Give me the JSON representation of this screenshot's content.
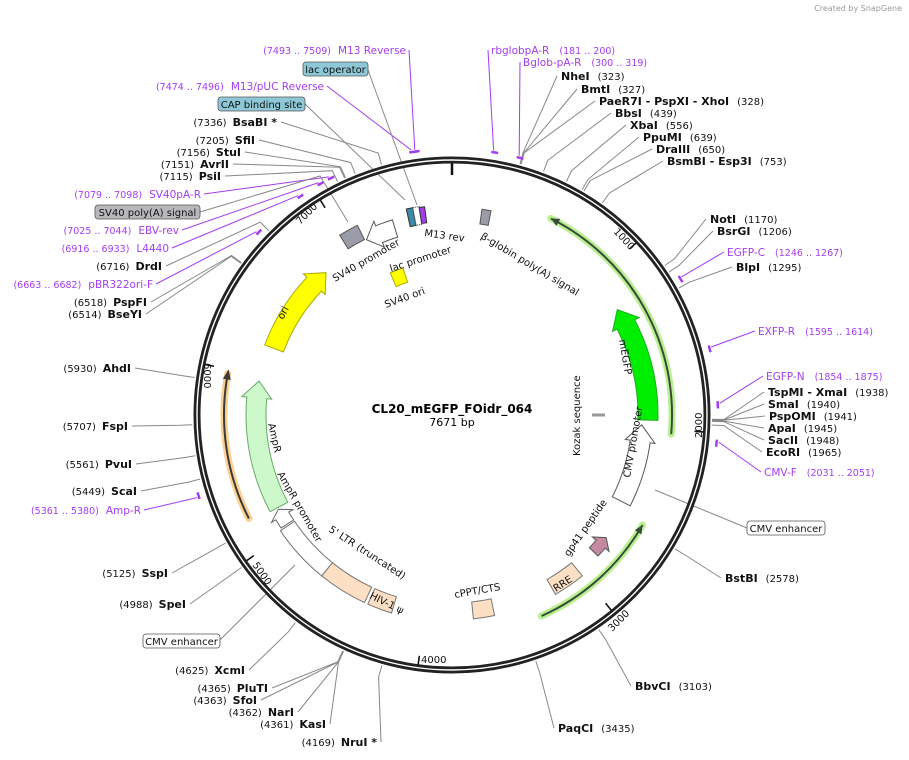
{
  "watermark": "Created by SnapGene",
  "plasmid": {
    "name": "CL20_mEGFP_FOidr_064",
    "length_label": "7671 bp",
    "total_bp": 7671
  },
  "ticks": [
    "1000",
    "2000",
    "3000",
    "4000",
    "5000",
    "6000",
    "7000"
  ],
  "enzymes": [
    {
      "name": "NheI",
      "pos": "(323)"
    },
    {
      "name": "BmtI",
      "pos": "(327)"
    },
    {
      "name": "PaeR7I  - PspXI  - XhoI",
      "pos": "(328)"
    },
    {
      "name": "BbsI",
      "pos": "(439)"
    },
    {
      "name": "XbaI",
      "pos": "(556)"
    },
    {
      "name": "PpuMI",
      "pos": "(639)"
    },
    {
      "name": "DraIII",
      "pos": "(650)"
    },
    {
      "name": "BsmBI  - Esp3I",
      "pos": "(753)"
    },
    {
      "name": "NotI",
      "pos": "(1170)"
    },
    {
      "name": "BsrGI",
      "pos": "(1206)"
    },
    {
      "name": "BlpI",
      "pos": "(1295)"
    },
    {
      "name": "TspMI  - XmaI",
      "pos": "(1938)"
    },
    {
      "name": "SmaI",
      "pos": "(1940)"
    },
    {
      "name": "PspOMI",
      "pos": "(1941)"
    },
    {
      "name": "ApaI",
      "pos": "(1945)"
    },
    {
      "name": "SacII",
      "pos": "(1948)"
    },
    {
      "name": "EcoRI",
      "pos": "(1965)"
    },
    {
      "name": "BstBI",
      "pos": "(2578)"
    },
    {
      "name": "BbvCI",
      "pos": "(3103)"
    },
    {
      "name": "PaqCI",
      "pos": "(3435)"
    },
    {
      "name": "NruI *",
      "pos": "(4169)"
    },
    {
      "name": "KasI",
      "pos": "(4361)"
    },
    {
      "name": "NarI",
      "pos": "(4362)"
    },
    {
      "name": "SfoI",
      "pos": "(4363)"
    },
    {
      "name": "PluTI",
      "pos": "(4365)"
    },
    {
      "name": "XcmI",
      "pos": "(4625)"
    },
    {
      "name": "SpeI",
      "pos": "(4988)"
    },
    {
      "name": "SspI",
      "pos": "(5125)"
    },
    {
      "name": "ScaI",
      "pos": "(5449)"
    },
    {
      "name": "PvuI",
      "pos": "(5561)"
    },
    {
      "name": "FspI",
      "pos": "(5707)"
    },
    {
      "name": "AhdI",
      "pos": "(5930)"
    },
    {
      "name": "BseYI",
      "pos": "(6514)"
    },
    {
      "name": "PspFI",
      "pos": "(6518)"
    },
    {
      "name": "DrdI",
      "pos": "(6716)"
    },
    {
      "name": "PsiI",
      "pos": "(7115)"
    },
    {
      "name": "AvrII",
      "pos": "(7151)"
    },
    {
      "name": "StuI",
      "pos": "(7156)"
    },
    {
      "name": "SfiI",
      "pos": "(7205)"
    },
    {
      "name": "BsaBI *",
      "pos": "(7336)"
    }
  ],
  "primers": [
    {
      "name": "rbglobpA-R",
      "range": "(181 .. 200)"
    },
    {
      "name": "Bglob-pA-R",
      "range": "(300 .. 319)"
    },
    {
      "name": "EGFP-C",
      "range": "(1246 .. 1267)"
    },
    {
      "name": "EXFP-R",
      "range": "(1595 .. 1614)"
    },
    {
      "name": "EGFP-N",
      "range": "(1854 .. 1875)"
    },
    {
      "name": "CMV-F",
      "range": "(2031 .. 2051)"
    },
    {
      "name": "Amp-R",
      "range": "(5361 .. 5380)"
    },
    {
      "name": "pBR322ori-F",
      "range": "(6663 .. 6682)"
    },
    {
      "name": "L4440",
      "range": "(6916 .. 6933)"
    },
    {
      "name": "EBV-rev",
      "range": "(7025 .. 7044)"
    },
    {
      "name": "SV40pA-R",
      "range": "(7079 .. 7098)"
    },
    {
      "name": "M13/pUC Reverse",
      "range": "(7474 .. 7496)"
    },
    {
      "name": "M13 Reverse",
      "range": "(7493 .. 7509)"
    }
  ],
  "callouts": [
    {
      "label": "lac operator",
      "color": "#8ec8d6"
    },
    {
      "label": "CAP binding site",
      "color": "#8ec8d6"
    },
    {
      "label": "SV40 poly(A) signal",
      "color": "#b8b8bc"
    },
    {
      "label": "CMV enhancer",
      "color": "#ffffff"
    },
    {
      "label": "CMV enhancer",
      "color": "#ffffff"
    }
  ],
  "features": [
    {
      "label": "M13 rev"
    },
    {
      "label": "lac promoter"
    },
    {
      "label": "SV40 promoter"
    },
    {
      "label": "SV40 ori"
    },
    {
      "label": "β-globin poly(A) signal"
    },
    {
      "label": "mEGFP"
    },
    {
      "label": "Kozak sequence"
    },
    {
      "label": "CMV promoter"
    },
    {
      "label": "gp41 peptide"
    },
    {
      "label": "RRE"
    },
    {
      "label": "cPPT/CTS"
    },
    {
      "label": "HIV-1 ψ"
    },
    {
      "label": "5' LTR (truncated)"
    },
    {
      "label": "AmpR promoter"
    },
    {
      "label": "AmpR"
    },
    {
      "label": "ori"
    }
  ],
  "colors": {
    "primer": "#a43cf0",
    "mEGFP": "#00ee00",
    "AmpR": "#ccf8cc",
    "ori": "#ffff00",
    "hiv_elements": "#fde0c4",
    "region_highlight": "#b8f090",
    "orange_highlight": "#fcd090"
  }
}
